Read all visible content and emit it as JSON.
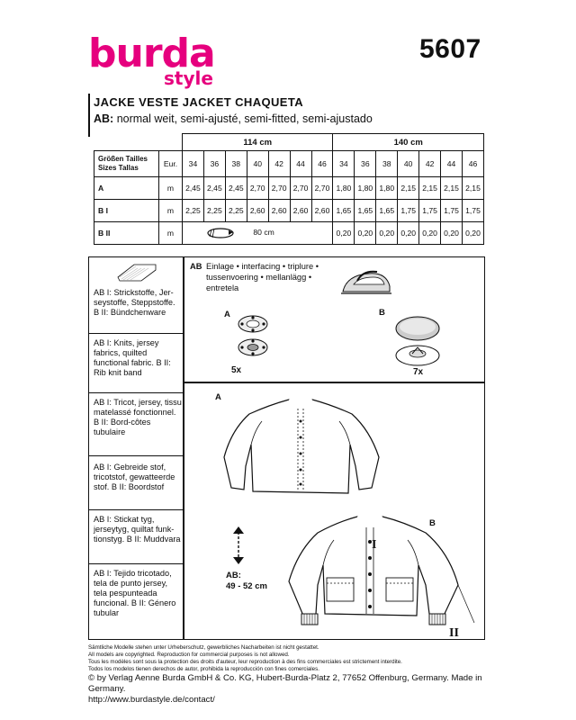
{
  "brand": {
    "logo_main": "burda",
    "logo_sub": "style",
    "color": "#e6007e"
  },
  "pattern_number": "5607",
  "garment_title": "JACKE  VESTE  JACKET  CHAQUETA",
  "fit": {
    "prefix": "AB:",
    "text": " normal weit, semi-ajusté, semi-fitted, semi-ajustado"
  },
  "size_table": {
    "fabric_widths": [
      "114 cm",
      "140 cm"
    ],
    "size_label_lines": [
      "Größen  Tailles",
      "Sizes  Tallas"
    ],
    "unit_label": "Eur.",
    "sizes": [
      "34",
      "36",
      "38",
      "40",
      "42",
      "44",
      "46",
      "34",
      "36",
      "38",
      "40",
      "42",
      "44",
      "46"
    ],
    "rows": [
      {
        "label": "A",
        "unit": "m",
        "values": [
          "2,45",
          "2,45",
          "2,45",
          "2,70",
          "2,70",
          "2,70",
          "2,70",
          "1,80",
          "1,80",
          "1,80",
          "2,15",
          "2,15",
          "2,15",
          "2,15"
        ]
      },
      {
        "label": "B I",
        "unit": "m",
        "values": [
          "2,25",
          "2,25",
          "2,25",
          "2,60",
          "2,60",
          "2,60",
          "2,60",
          "1,65",
          "1,65",
          "1,65",
          "1,75",
          "1,75",
          "1,75",
          "1,75"
        ]
      },
      {
        "label": "B II",
        "unit": "m",
        "band_value": "80 cm",
        "values": [
          "0,20",
          "0,20",
          "0,20",
          "0,20",
          "0,20",
          "0,20",
          "0,20"
        ]
      }
    ]
  },
  "fabrics": [
    "AB I: Strickstoffe, Jer-seystoffe, Steppstoffe. B II: Bündchenware",
    "AB I: Knits, jersey fabrics, quilted functional fabric. B II: Rib knit band",
    "AB I: Tricot, jersey, tissu matelassé fonctionnel. B II: Bord-côtes tubulaire",
    "AB I: Gebreide stof, tricotstof, gewatteerde stof. B II: Boordstof",
    "AB I: Stickat tyg, jerseytyg, quiltat funk-tionstyg. B II: Muddvara",
    "AB I: Tejido tricotado, tela de punto jersey, tela pespunteada funcional. B II: Género tubular"
  ],
  "notions": {
    "prefix": "AB",
    "lines": [
      "Einlage • interfacing • triplure •",
      "tussenvoering • mellanlägg •",
      "entretela"
    ],
    "snaps": {
      "label": "A",
      "quantity": "5x"
    },
    "buttons": {
      "label": "B",
      "quantity": "7x"
    }
  },
  "views": {
    "a_label": "A",
    "b_label": "B",
    "b_part_i": "I",
    "b_part_ii": "II",
    "length_label": "AB:",
    "length_value": "49 - 52 cm"
  },
  "footer": {
    "lines": [
      "Sämtliche Modelle stehen unter Urheberschutz, gewerbliches Nacharbeiten ist nicht gestattet.",
      "All models are copyrighted. Reproduction for commercial purposes is not allowed.",
      "Tous les modèles sont sous la protection des droits d'auteur, leur reproduction à des fins commerciales est strictement interdite.",
      "Todos los modelos tienen derechos de autor, prohibida la reproducción con fines comerciales."
    ],
    "copyright": "© by Verlag Aenne Burda GmbH & Co. KG, Hubert-Burda-Platz 2, 77652 Offenburg, Germany. Made in Germany.",
    "url": "http://www.burdastyle.de/contact/"
  }
}
